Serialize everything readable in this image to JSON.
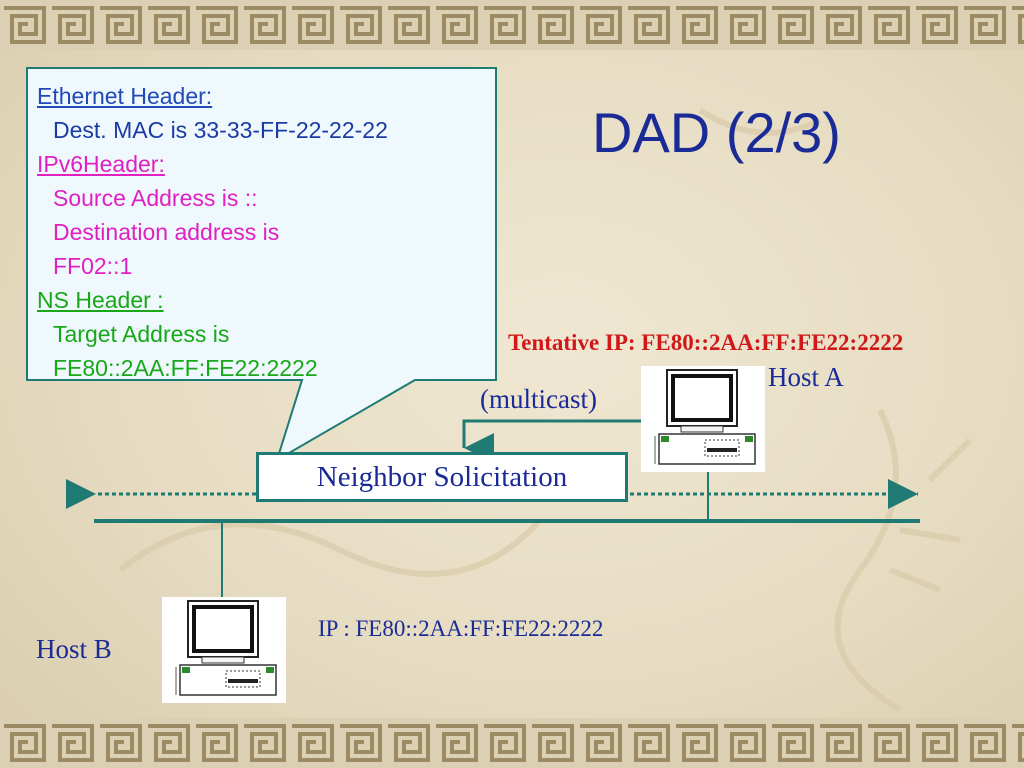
{
  "slide": {
    "title": "DAD (2/3)"
  },
  "callout": {
    "ethernet_header": "Ethernet Header:",
    "dest_mac": "Dest. MAC is 33-33-FF-22-22-22",
    "ipv6_header": "IPv6Header:",
    "source_address": "Source Address is  ::",
    "destination_address": "Destination address is",
    "destination_value": "FF02::1",
    "ns_header": "NS Header :",
    "target_address": "Target Address is",
    "target_value": "FE80::2AA:FF:FE22:2222"
  },
  "host_a": {
    "tentative_ip": "Tentative IP: FE80::2AA:FF:FE22:2222",
    "label": "Host A",
    "icon": "computer-icon"
  },
  "host_b": {
    "ip": "IP : FE80::2AA:FF:FE22:2222",
    "label": "Host B",
    "icon": "computer-icon"
  },
  "message": {
    "multicast": "(multicast)",
    "type": "Neighbor Solicitation"
  },
  "colors": {
    "title": "#1a2a96",
    "ethernet": "#1c3aa3",
    "ipv6": "#e020c0",
    "ns": "#18a818",
    "tentative": "#d01818",
    "network_line": "#1e7a72",
    "callout_fill": "#eef8fd"
  }
}
